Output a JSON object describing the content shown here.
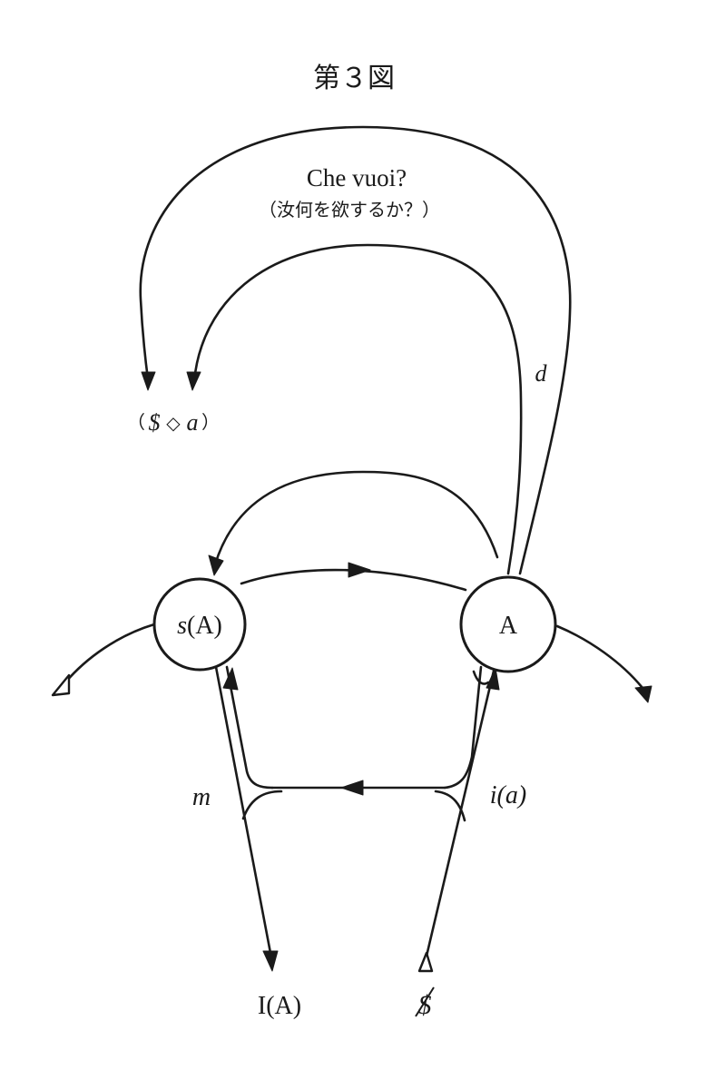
{
  "title": "第３図",
  "che_vuoi": "Che vuoi?",
  "che_vuoi_translation": "（汝何を欲するか？）",
  "fantasy_formula": {
    "open": "（",
    "subject": "$",
    "diamond": "◇",
    "object": "a",
    "close": "）"
  },
  "nodes": {
    "signified": {
      "italic": "s",
      "rest": "(A)"
    },
    "other": "A"
  },
  "labels": {
    "demand": "d",
    "message": "m",
    "image": "i(a)",
    "ideal": "I(A)",
    "barred_subject": "$"
  }
}
